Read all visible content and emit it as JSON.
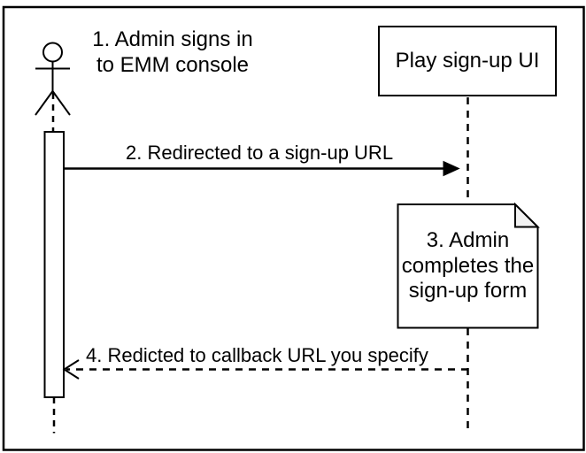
{
  "colors": {
    "line": "#000000",
    "background": "#ffffff",
    "note_fold": "#f2f2f2"
  },
  "actor": {
    "label": "1. Admin signs in\nto EMM console"
  },
  "participant": {
    "label": "Play sign-up UI"
  },
  "messages": [
    {
      "label": "2. Redirected to a sign-up URL",
      "style": "solid-arrow",
      "direction": "right"
    },
    {
      "label": "4. Redicted to callback URL you specify",
      "style": "dashed-arrow",
      "direction": "left"
    }
  ],
  "note": {
    "label": "3. Admin\ncompletes the\nsign-up form"
  }
}
